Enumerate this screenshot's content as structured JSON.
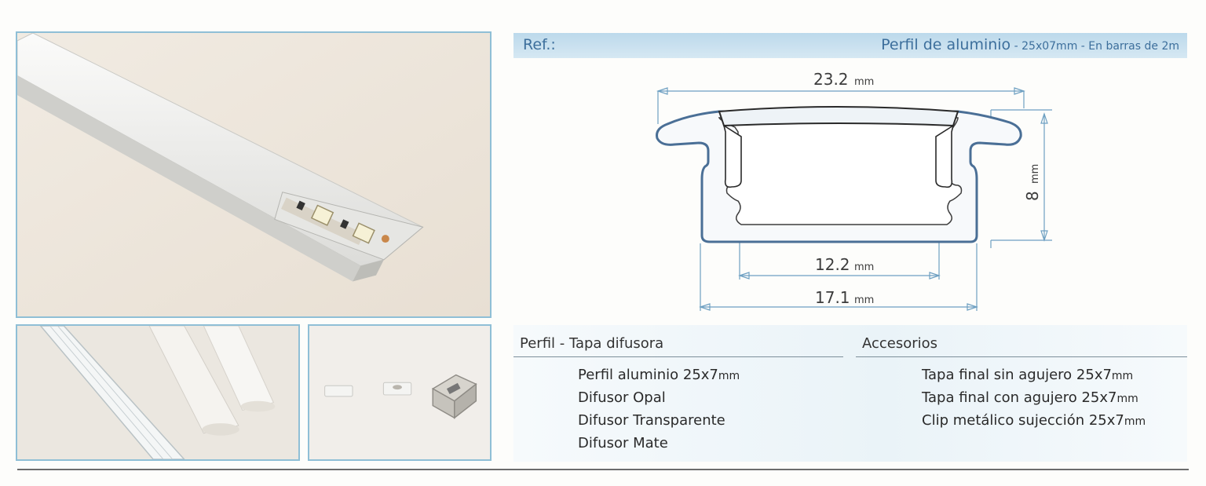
{
  "header": {
    "ref_label": "Ref.:",
    "title_main": "Perfil de aluminio",
    "title_detail": " - 25x07mm - En barras de 2m"
  },
  "diagram": {
    "dim_top_value": "23.2",
    "dim_top_unit": "mm",
    "dim_height_value": "8",
    "dim_height_unit": "mm",
    "dim_inner_value": "12.2",
    "dim_inner_unit": "mm",
    "dim_outer_value": "17.1",
    "dim_outer_unit": "mm"
  },
  "perfil_section": {
    "heading": "Perfil - Tapa difusora",
    "items": [
      {
        "text": "Perfil aluminio 25x7",
        "unit": "mm"
      },
      {
        "text": "Difusor Opal",
        "unit": ""
      },
      {
        "text": "Difusor Transparente",
        "unit": ""
      },
      {
        "text": "Difusor Mate",
        "unit": ""
      }
    ]
  },
  "accesorios_section": {
    "heading": "Accesorios",
    "items": [
      {
        "text": "Tapa final sin agujero 25x7",
        "unit": "mm"
      },
      {
        "text": "Tapa final con agujero 25x7",
        "unit": "mm"
      },
      {
        "text": "Clip metálico sujección 25x7",
        "unit": "mm"
      }
    ]
  },
  "colors": {
    "header_bg": "#c6dfee",
    "header_text": "#3d6f9c",
    "profile_stroke": "#4a6f96",
    "photo_border": "#8fbfd6"
  }
}
